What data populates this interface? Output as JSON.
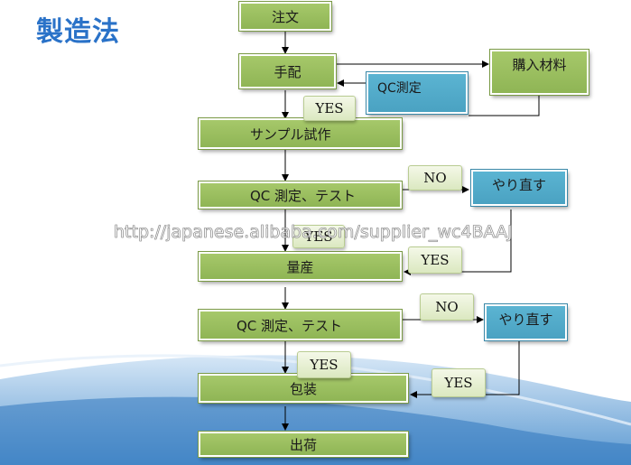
{
  "title": "製造法",
  "nodes": {
    "order": "注文",
    "arrange": "手配",
    "purchase": "購入材料",
    "qc1": "QC測定",
    "sample": "サンプル試作",
    "qc_test1": "QC 測定、テスト",
    "redo1": "やり直す",
    "mass": "量産",
    "qc_test2": "QC 測定、テスト",
    "redo2": "やり直す",
    "pack": "包装",
    "ship": "出荷"
  },
  "labels": {
    "yes1": "YES",
    "no1": "NO",
    "yes2": "YES",
    "yes3": "YES",
    "no2": "NO",
    "yes4": "YES",
    "yes5": "YES"
  },
  "watermark": "http://japanese.alibaba.com/supplier_wc4BAAJ"
}
